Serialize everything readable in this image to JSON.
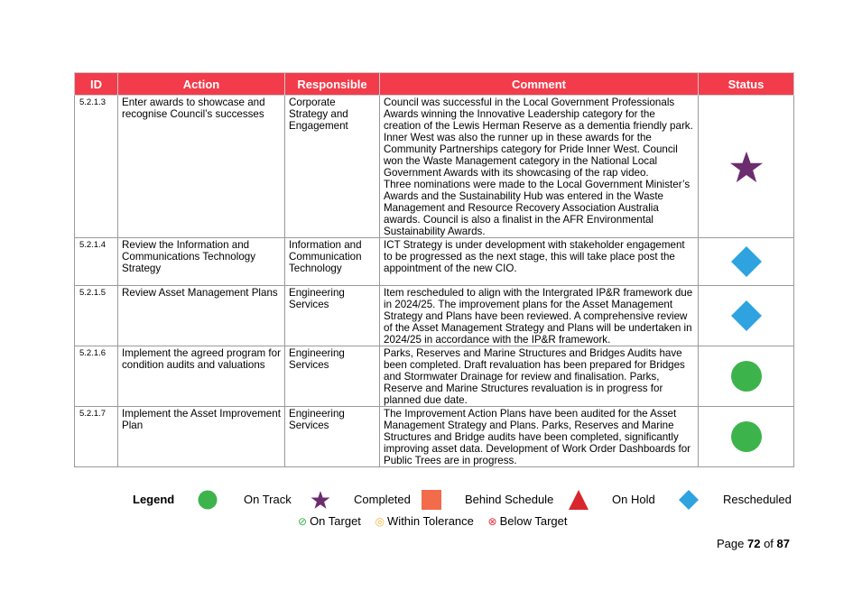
{
  "table": {
    "headers": {
      "id": "ID",
      "action": "Action",
      "responsible": "Responsible",
      "comment": "Comment",
      "status": "Status"
    },
    "rows": [
      {
        "id": "5.2.1.3",
        "action": "Enter awards to showcase and recognise Council’s successes",
        "responsible": "Corporate Strategy and Engagement",
        "comment": "Council was successful in the Local Government Professionals Awards winning the Innovative Leadership category for the creation of the Lewis Herman Reserve as a dementia friendly park. Inner West was also the runner up in these awards for the Community Partnerships category for Pride Inner West. Council won the Waste Management category in the National Local Government Awards with its showcasing of the rap video.\nThree nominations were made to the Local Government Minister’s Awards and the Sustainability Hub was entered in the Waste Management and Resource Recovery Association Australia awards. Council is also a finalist in the AFR Environmental Sustainability Awards.",
        "status": "Completed"
      },
      {
        "id": "5.2.1.4",
        "action": "Review the Information and Communications Technology Strategy",
        "responsible": "Information and Communication Technology",
        "comment": "ICT Strategy is under development with stakeholder engagement to be progressed as the next stage, this will take place post the appointment of the new CIO.",
        "status": "Rescheduled"
      },
      {
        "id": "5.2.1.5",
        "action": "Review Asset Management Plans",
        "responsible": "Engineering Services",
        "comment": "Item rescheduled to align with the Intergrated IP&R framework due in 2024/25. The improvement plans for the Asset Management Strategy and Plans have been reviewed. A comprehensive review of the Asset Management Strategy and Plans will be undertaken in 2024/25 in accordance with the IP&R framework.",
        "status": "Rescheduled"
      },
      {
        "id": "5.2.1.6",
        "action": "Implement the agreed program for condition audits and valuations",
        "responsible": "Engineering Services",
        "comment": "Parks, Reserves and Marine Structures and Bridges Audits have been completed. Draft revaluation has been prepared for Bridges and Stormwater Drainage for review and finalisation. Parks, Reserve and Marine Structures revaluation is in progress for planned due date.",
        "status": "On Track"
      },
      {
        "id": "5.2.1.7",
        "action": "Implement the Asset Improvement Plan",
        "responsible": "Engineering Services",
        "comment": "The Improvement Action Plans have been audited for the Asset Management Strategy and Plans. Parks, Reserves and Marine Structures and Bridge audits have been completed, significantly improving asset data. Development of Work Order Dashboards for Public Trees are in progress.",
        "status": "On Track"
      }
    ]
  },
  "legend": {
    "title": "Legend",
    "on_track": "On Track",
    "completed": "Completed",
    "behind_schedule": "Behind Schedule",
    "on_hold": "On Hold",
    "rescheduled": "Rescheduled",
    "on_target": "On Target",
    "within_tolerance": "Within Tolerance",
    "below_target": "Below Target"
  },
  "colors": {
    "header": "#f23c4b",
    "on_track": "#3cb44b",
    "completed": "#6b2d6e",
    "behind_schedule": "#f26b4b",
    "on_hold": "#d9262e",
    "rescheduled": "#2fa3e0",
    "on_target": "#3cb44b",
    "within_tolerance": "#f5b335",
    "below_target": "#e2333f"
  },
  "footer": {
    "prefix": "Page",
    "page": "72",
    "of": "of",
    "total": "87"
  }
}
